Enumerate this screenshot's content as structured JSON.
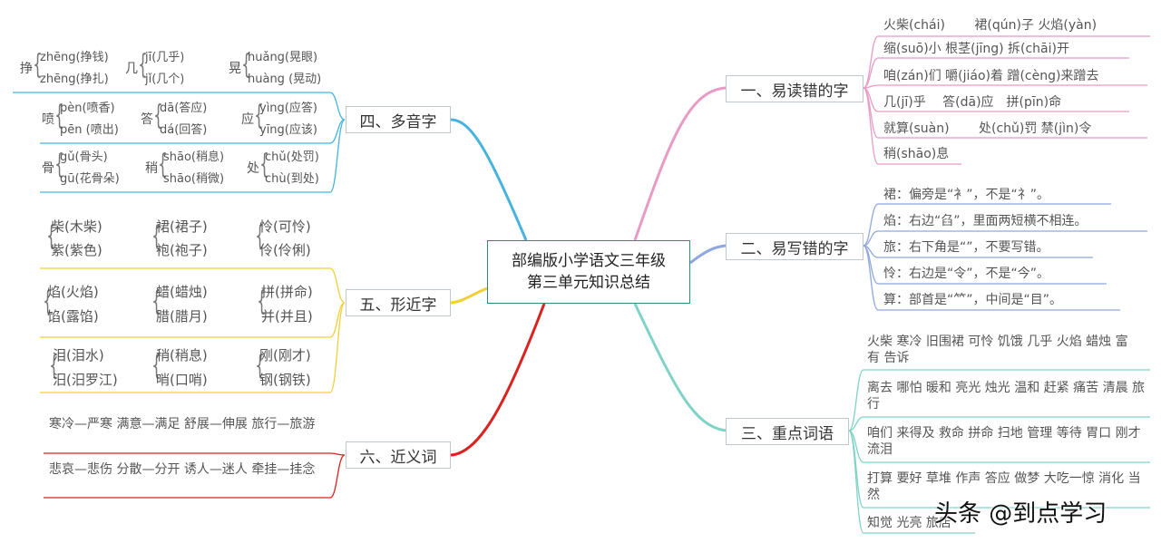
{
  "center": {
    "line1": "部编版小学语文三年级",
    "line2": "第三单元知识总结"
  },
  "branches": {
    "b1": {
      "label": "一、易读错的字",
      "color": "#e89bc5",
      "items": [
        "火柴(chái)　　 裙(qún)子 火焰(yàn)",
        "缩(suō)小 根茎(jīng) 拆(chāi)开",
        "咱(zán)们 嚼(jiáo)着 蹭(cèng)来蹭去",
        "几(jī)乎　 答(dā)应　拼(pīn)命",
        "就算(suàn)　　 处(chǔ)罚 禁(jìn)令",
        "稍(shāo)息"
      ]
    },
    "b2": {
      "label": "二、易写错的字",
      "color": "#8fa6e0",
      "items": [
        "裙：偏旁是“衤”，不是“礻”。",
        "焰：右边“臽”，里面两短横不相连。",
        "旅：右下角是“”，不要写错。",
        "怜：右边是“令”，不是“今”。",
        "算：部首是“⺮”，中间是“目”。"
      ]
    },
    "b3": {
      "label": "三、重点词语",
      "color": "#7fd3c6",
      "items": [
        "火柴 寒冷 旧围裙 可怜 饥饿 几乎 火焰 蜡烛 富有 告诉",
        "离去 哪怕 暖和 亮光 烛光 温和 赶紧 痛苦 清晨 旅行",
        "咱们 来得及 救命 拼命 扫地 管理 等待 胃口 刚才 流泪",
        "打算 要好 草堆 作声 答应 做梦 大吃一惊 消化 当然",
        "知觉 光亮 旅店"
      ]
    },
    "b4": {
      "label": "四、多音字",
      "color": "#46b3de",
      "groups": [
        [
          {
            "char": "挣",
            "r1": "zhēng(挣钱)",
            "r2": "zhēng(挣扎)"
          },
          {
            "char": "几",
            "r1": "jī(几乎)",
            "r2": "jǐ(几个)"
          },
          {
            "char": "晃",
            "r1": "huǎng(晃眼)",
            "r2": "huàng (晃动)"
          }
        ],
        [
          {
            "char": "喷",
            "r1": "pèn(喷香)",
            "r2": "pēn (喷出)"
          },
          {
            "char": "答",
            "r1": "dā(答应)",
            "r2": "dá(回答)"
          },
          {
            "char": "应",
            "r1": "yìng(应答)",
            "r2": "yīng(应该)"
          }
        ],
        [
          {
            "char": "骨",
            "r1": "gǔ(骨头)",
            "r2": "gū(花骨朵)"
          },
          {
            "char": "稍",
            "r1": "shāo(稍息)",
            "r2": "shāo(稍微)"
          },
          {
            "char": "处",
            "r1": "chǔ(处罚)",
            "r2": "chù(到处)"
          }
        ]
      ]
    },
    "b5": {
      "label": "五、形近字",
      "color": "#f2cf35",
      "groups": [
        [
          [
            "柴(木柴)",
            "紫(紫色)"
          ],
          [
            "裙(裙子)",
            "袍(袍子)"
          ],
          [
            "怜(可怜)",
            "伶(伶俐)"
          ]
        ],
        [
          [
            "焰(火焰)",
            "馅(露馅)"
          ],
          [
            "蜡(蜡烛)",
            "腊(腊月)"
          ],
          [
            "拼(拼命)",
            "并(并且)"
          ]
        ],
        [
          [
            "泪(泪水)",
            "汨(汨罗江)"
          ],
          [
            "稍(稍息)",
            "哨(口哨)"
          ],
          [
            "刚(刚才)",
            "钢(钢铁)"
          ]
        ]
      ]
    },
    "b6": {
      "label": "六、近义词",
      "color": "#d9231f",
      "items": [
        "寒冷—严寒 满意—满足 舒展—伸展 旅行—旅游",
        "悲哀—悲伤 分散—分开 诱人—迷人 牵挂—挂念"
      ]
    }
  },
  "watermark": "头条 @到点学习"
}
